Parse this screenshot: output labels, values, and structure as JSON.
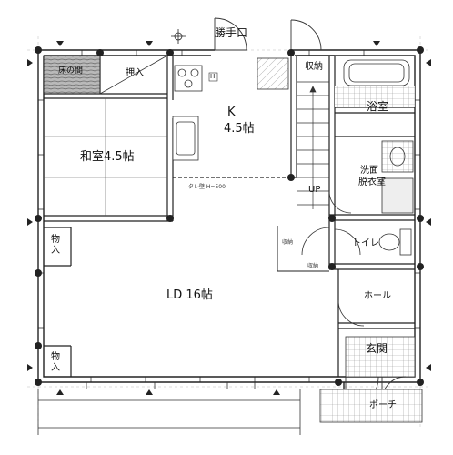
{
  "rooms": {
    "back_door": "勝手口",
    "tokonoma": "床の間",
    "oshiire": "押入",
    "kitchen_name": "K",
    "kitchen_size": "4.5帖",
    "storage": "収納",
    "bath": "浴室",
    "washitsu": "和室4.5帖",
    "senmen_1": "洗面",
    "senmen_2": "脱衣室",
    "up": "UP",
    "toilet": "トイレ",
    "hall": "ホール",
    "monoire_1": "物入",
    "monoire_2": "物入",
    "ld": "LD 16帖",
    "genkan": "玄関",
    "porch": "ポーチ"
  },
  "notes": {
    "counter_height": "タレ壁 H=500",
    "shunou_1": "収納",
    "shunou_2": "収納",
    "kitchen_mark": "H"
  }
}
